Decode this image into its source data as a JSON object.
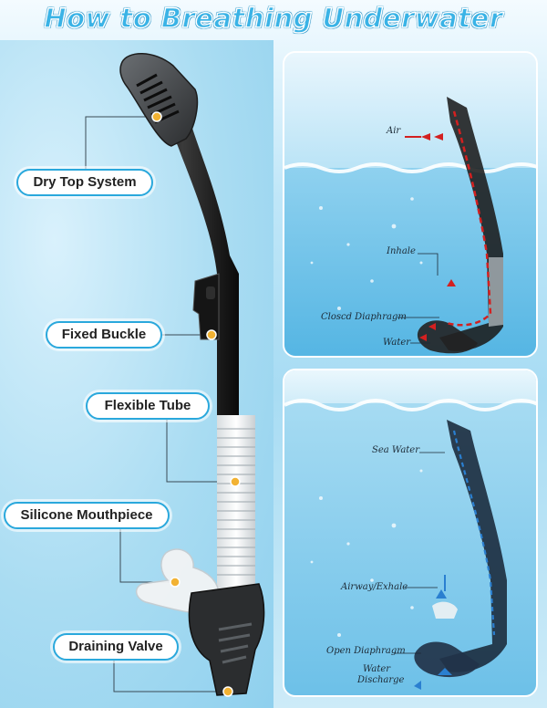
{
  "title": "How to Breathing Underwater",
  "labels": {
    "dry_top": "Dry Top System",
    "fixed_buckle": "Fixed Buckle",
    "flexible_tube": "Flexible Tube",
    "silicone_mouthpiece": "Silicone Mouthpiece",
    "draining_valve": "Draining Valve"
  },
  "top_panel": {
    "air": "Air",
    "inhale": "Inhale",
    "closed_diaphragm": "Closcd Diaphragm",
    "water": "Water"
  },
  "bottom_panel": {
    "sea_water": "Sea Water",
    "airway_exhale": "Airway/Exhale",
    "open_diaphragm": "Open Diaphragm",
    "water_discharge_1": "Water",
    "water_discharge_2": "Discharge"
  },
  "colors": {
    "accent": "#2aa8dc",
    "marker": "#f2b233",
    "air_red": "#d32020",
    "water_blue": "#2a7fd0"
  }
}
